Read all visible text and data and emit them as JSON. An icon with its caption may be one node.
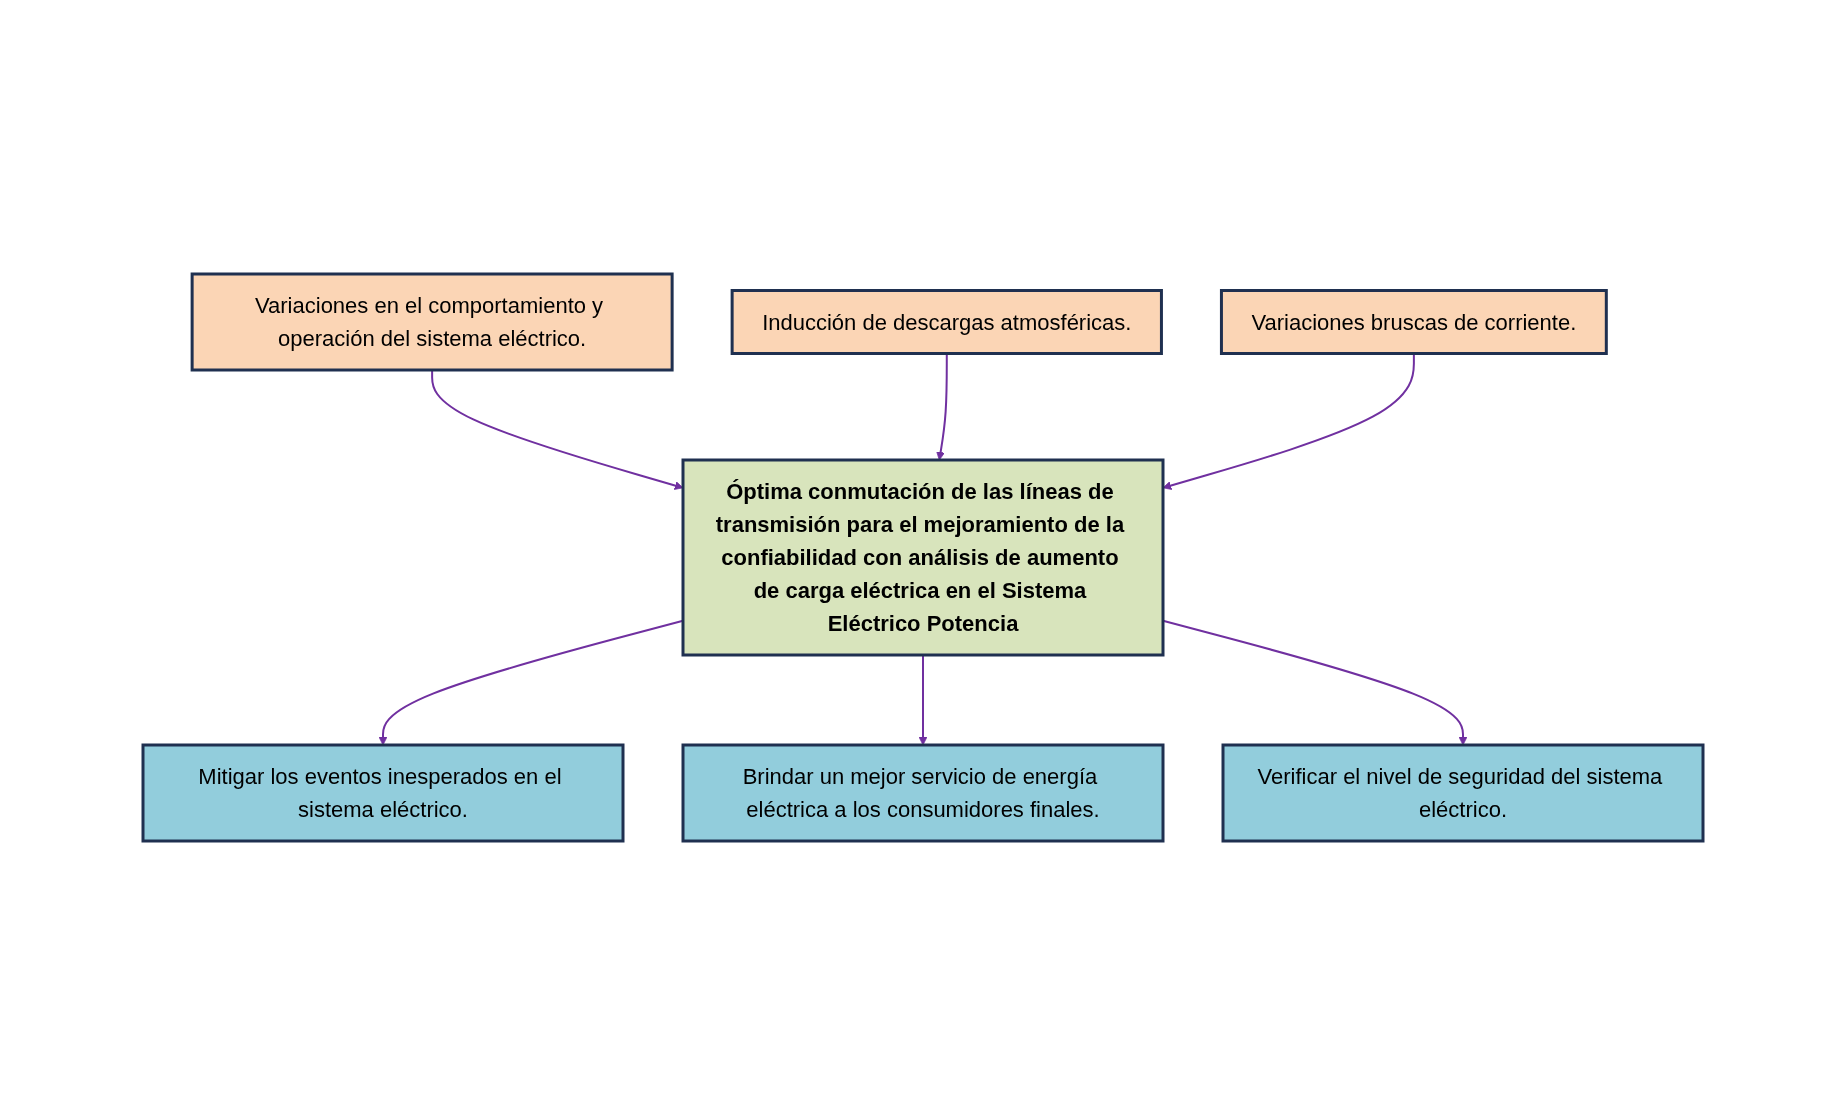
{
  "diagram": {
    "nodes": [
      {
        "text": [
          "Variaciones en el comportamiento y operación del sistema eléctrico."
        ]
      },
      {
        "text": [
          "Inducción de descargas atmosféricas."
        ]
      },
      {
        "text": [
          "Variaciones bruscas de corriente."
        ]
      },
      {
        "text": [
          "Óptima conmutación de las líneas de transmisión para el mejoramiento de la confiabilidad con análisis de aumento de carga eléctrica en el Sistema Eléctrico Potencia"
        ]
      },
      {
        "text": [
          "Mitigar los eventos inesperados en el sistema eléctrico."
        ]
      },
      {
        "text": [
          "Brindar un mejor servicio de energía eléctrica a los consumidores finales."
        ]
      },
      {
        "text": [
          "Verificar el nivel de seguridad del sistema eléctrico."
        ]
      }
    ],
    "edges": [
      {
        "from": 0,
        "to": 3,
        "arrow": "to"
      },
      {
        "from": 1,
        "to": 3,
        "arrow": "to"
      },
      {
        "from": 2,
        "to": 3,
        "arrow": "to"
      },
      {
        "from": 3,
        "to": 4,
        "arrow": "to"
      },
      {
        "from": 3,
        "to": 5,
        "arrow": "to"
      },
      {
        "from": 3,
        "to": 6,
        "arrow": "to"
      }
    ]
  }
}
